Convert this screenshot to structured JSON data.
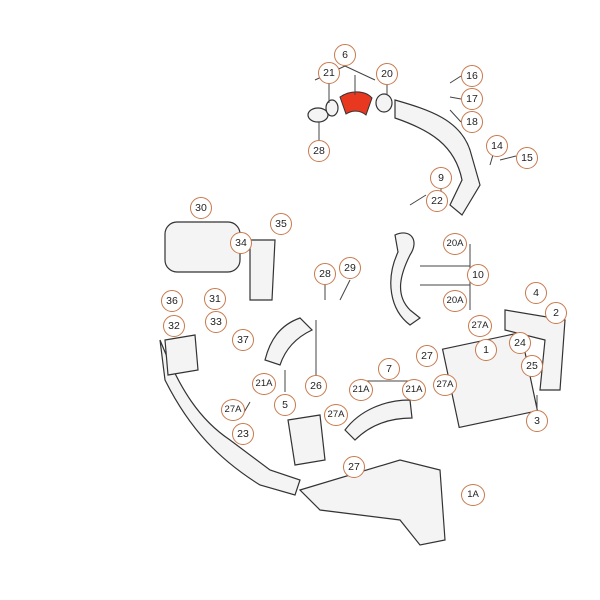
{
  "diagram": {
    "title": "Intercooler charge air hose assembly exploded view",
    "highlight_color": "#e8381f",
    "callout_color": "#c8794c",
    "callouts": [
      "6",
      "21",
      "20",
      "16",
      "17",
      "18",
      "28",
      "14",
      "15",
      "9",
      "22",
      "30",
      "35",
      "34",
      "28",
      "29",
      "20A",
      "10",
      "20A",
      "4",
      "2",
      "36",
      "31",
      "33",
      "32",
      "37",
      "27A",
      "1",
      "27",
      "24",
      "25",
      "21A",
      "26",
      "5",
      "7",
      "21A",
      "21A",
      "27A",
      "27A",
      "27A",
      "3",
      "23",
      "27",
      "1A"
    ]
  }
}
